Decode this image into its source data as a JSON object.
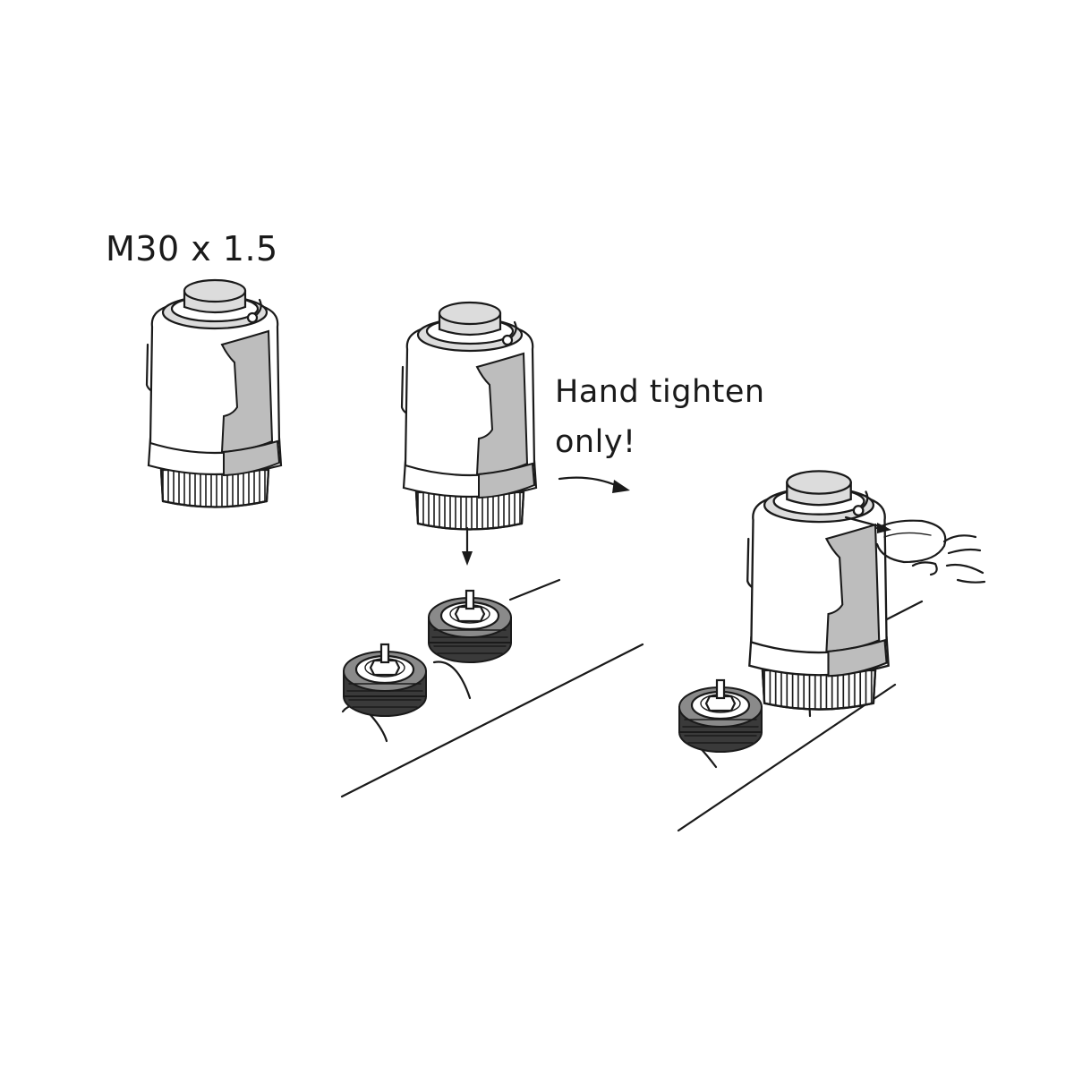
{
  "labels": {
    "thread_size": "M30 x 1.5",
    "tighten_line_1": "Hand tighten",
    "tighten_line_2": "only!"
  },
  "figures": [
    {
      "id": "actuator-standalone"
    },
    {
      "id": "actuator-above-manifold"
    },
    {
      "id": "actuator-mounted-with-clip"
    }
  ]
}
